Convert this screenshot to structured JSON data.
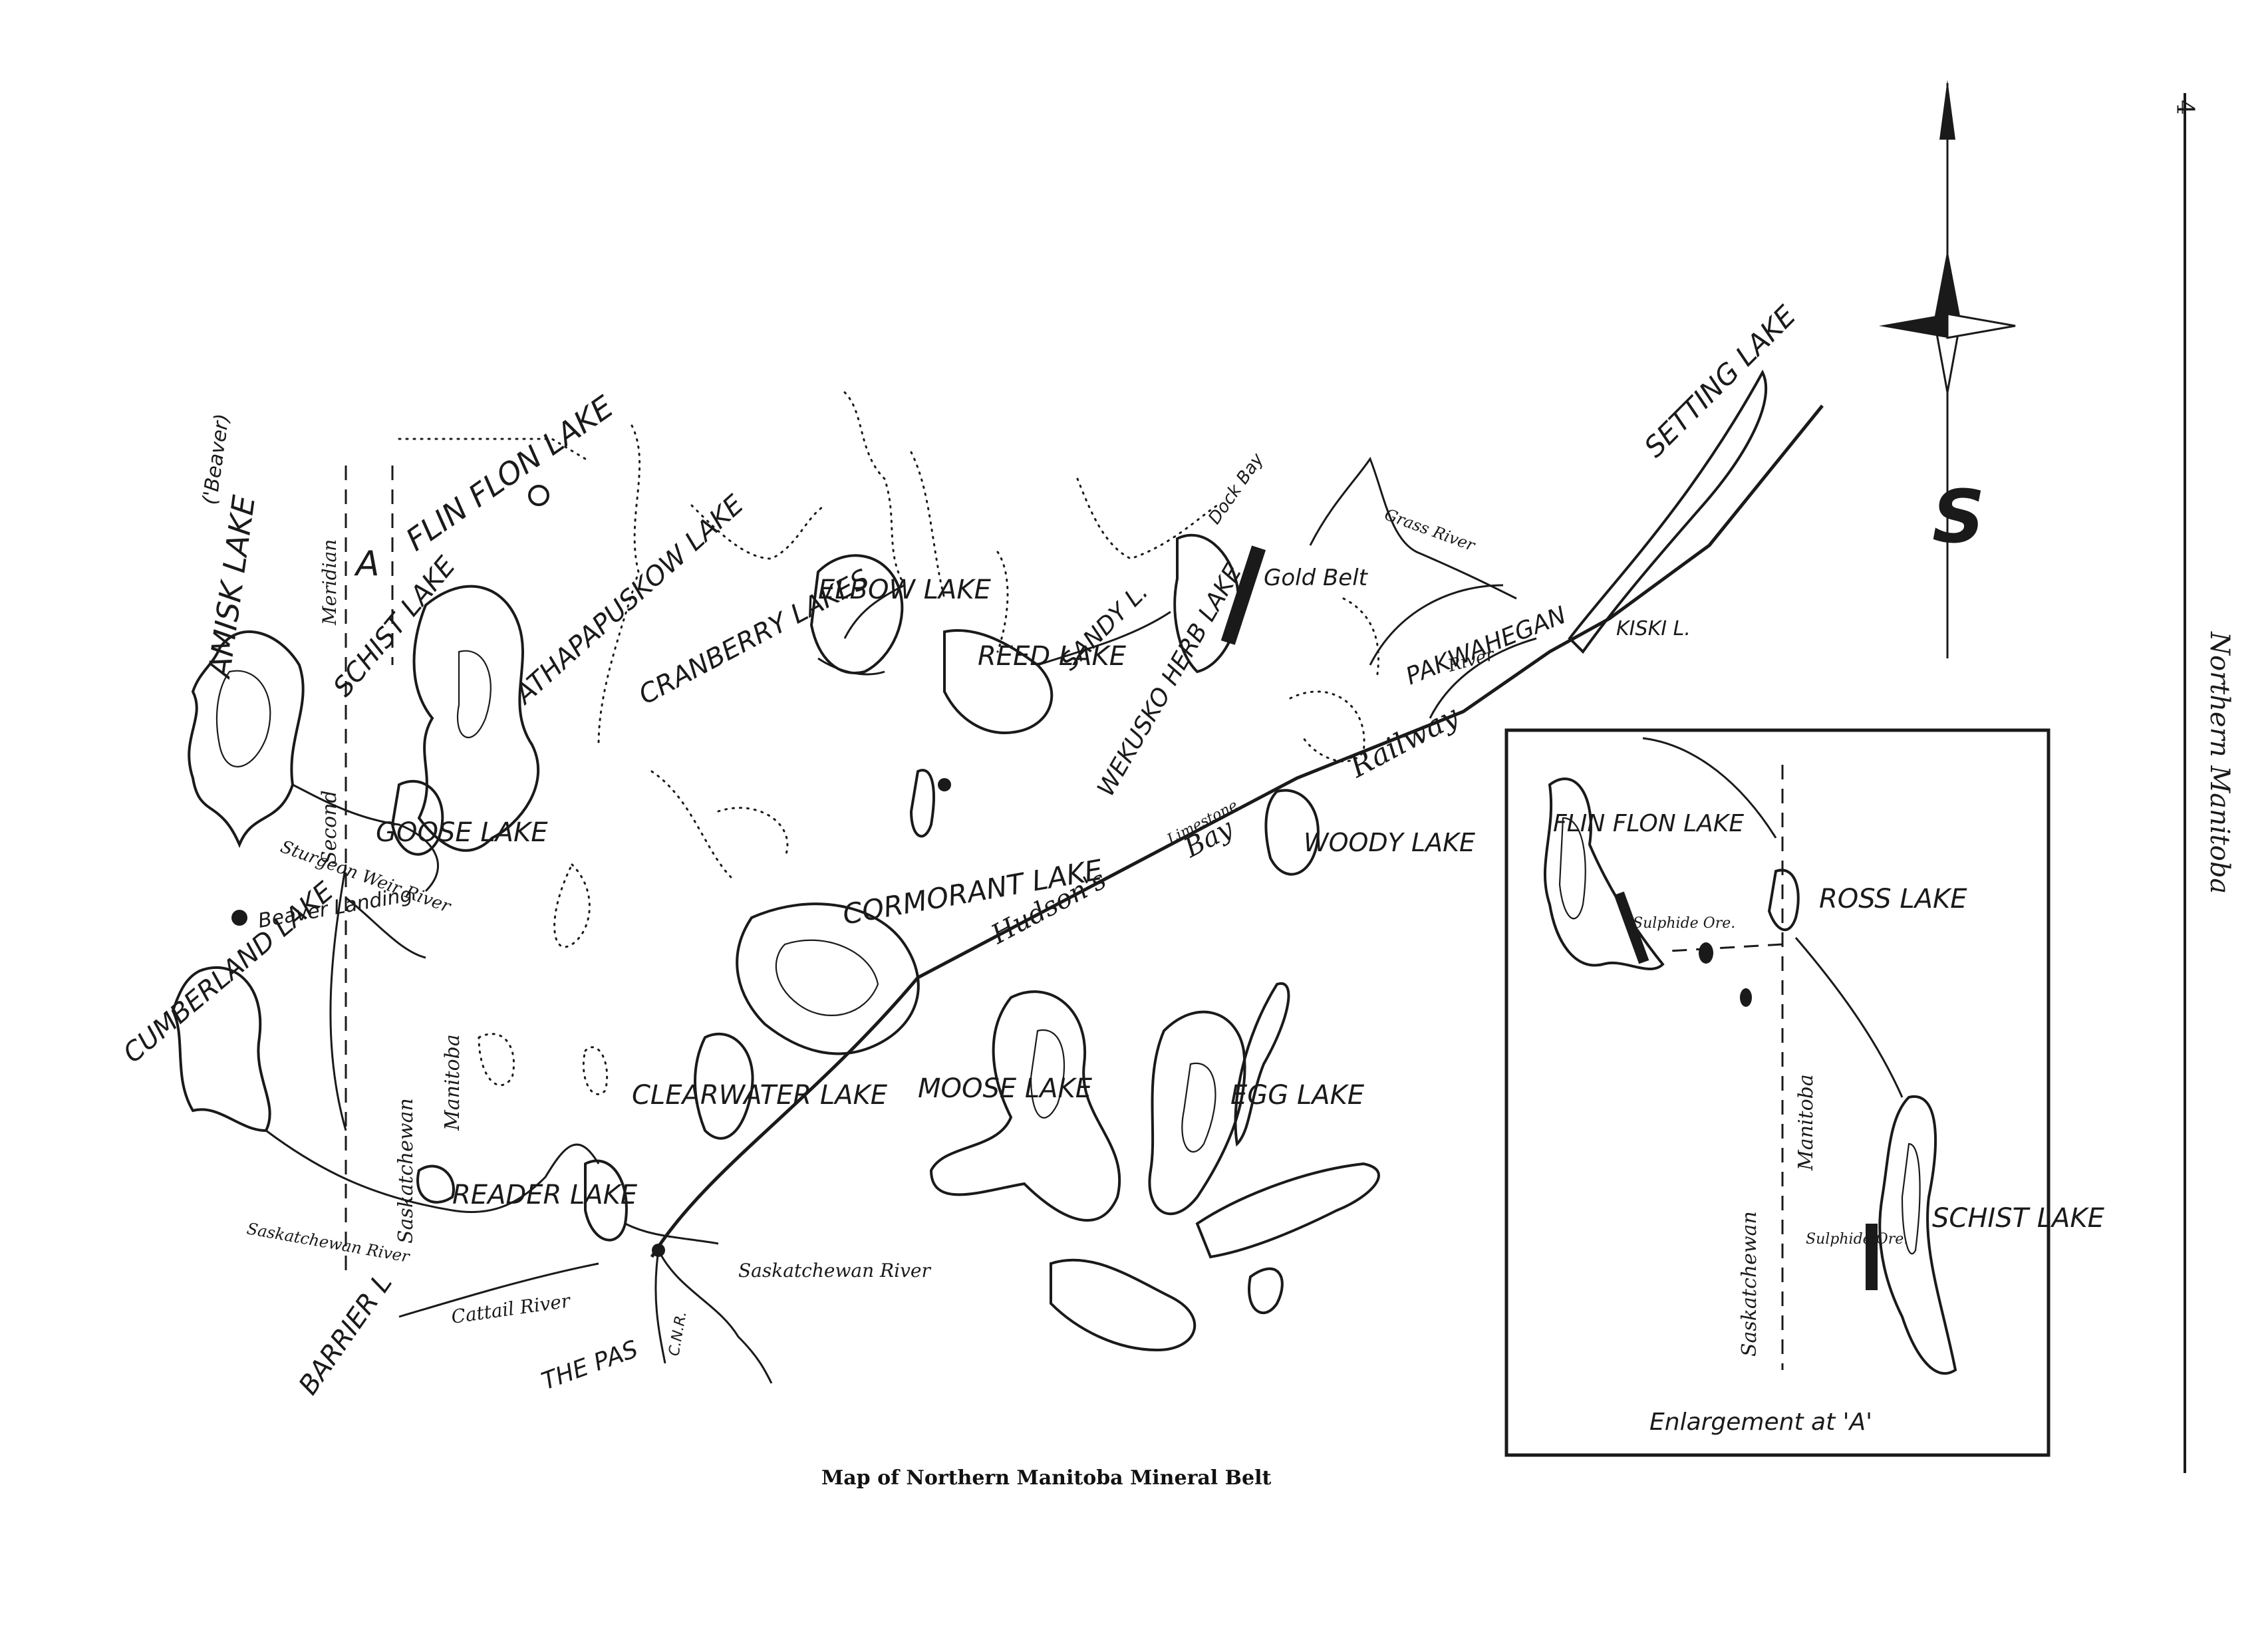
{
  "caption": "Map of Northern Manitoba Mineral Belt",
  "page_number": "4",
  "running_head": "Northern Manitoba",
  "compass_label": "S",
  "map_labels": {
    "amisk": "AMISK LAKE",
    "beaver": "('Beaver)",
    "meridian": "Meridian",
    "second": "Second",
    "flin_flon": "FLIN FLON LAKE",
    "a_marker": "A",
    "schist": "SCHIST LAKE",
    "athapapuskow": "ATHAPAPUSKOW LAKE",
    "cranberry": "CRANBERRY LAKES",
    "elbow": "ELBOW LAKE",
    "reed": "REED LAKE",
    "sandy": "SANDY L.",
    "wekusko": "WEKUSKO HERB LAKE",
    "dock_bay": "Dock Bay",
    "gold_belt": "Gold Belt",
    "grass_river": "Grass River",
    "setting": "SETTING LAKE",
    "pakwahegan": "PAKWAHEGAN",
    "river": "River",
    "kiski": "KISKI L.",
    "goose": "GOOSE LAKE",
    "cormorant": "CORMORANT LAKE",
    "woody": "WOODY LAKE",
    "hudsons_bay": "Hudson's",
    "bay": "Bay",
    "railway": "Railway",
    "limestone": "Limestone",
    "cumberland": "CUMBERLAND LAKE",
    "beaver_landing": "Beaver Landing",
    "sturgeon_weir": "Sturgeon Weir River",
    "saskatchewan_v": "Saskatchewan",
    "manitoba_v": "Manitoba",
    "clearwater": "CLEARWATER LAKE",
    "moose": "MOOSE LAKE",
    "egg": "EGG LAKE",
    "reader": "READER LAKE",
    "barrier": "BARRIER L",
    "the_pas": "THE PAS",
    "cattail": "Cattail River",
    "sask_river": "Saskatchewan River",
    "sask_river_w": "Saskatchewan River",
    "cnr": "C.N.R."
  },
  "inset": {
    "flin_flon": "FLIN FLON LAKE",
    "ross": "ROSS LAKE",
    "schist": "SCHIST LAKE",
    "sulphide_ore_1": "Sulphide Ore.",
    "sulphide_ore_2": "Sulphide Ore.",
    "saskatchewan": "Saskatchewan",
    "manitoba": "Manitoba",
    "caption": "Enlargement at 'A'"
  }
}
